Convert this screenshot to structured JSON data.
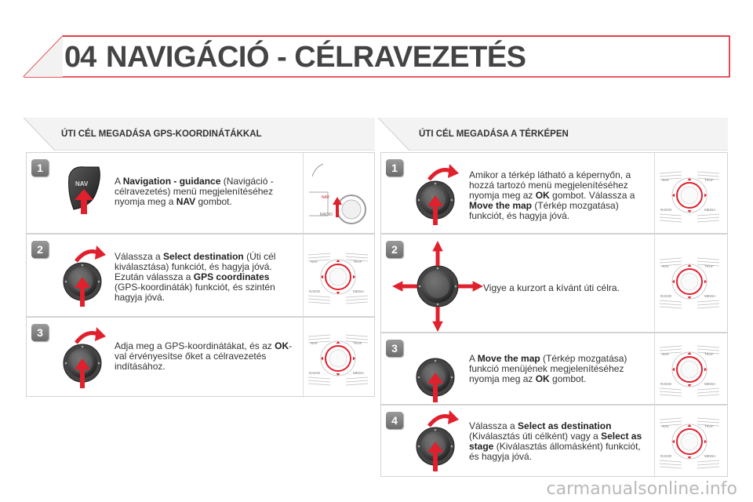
{
  "header": {
    "chapter": "04",
    "title": "NAVIGÁCIÓ - CÉLRAVEZETÉS",
    "accent_color": "#e0202c"
  },
  "left": {
    "section_title": "ÚTI CÉL MEGADÁSA GPS-KOORDINÁTÁKKAL",
    "steps": [
      {
        "number": "1",
        "icon": "nav-button-icon",
        "parts": [
          {
            "t": "A "
          },
          {
            "t": "Navigation - guidance",
            "b": true
          },
          {
            "t": " (Navigáció - célravezetés) menü megjelenítéséhez nyomja meg a "
          },
          {
            "t": "NAV",
            "b": true
          },
          {
            "t": " gombot."
          }
        ],
        "nav_label": "NAV",
        "thumb_label": "NAV",
        "thumb_labels": [
          "NAV",
          "RADIO"
        ]
      },
      {
        "number": "2",
        "icon": "rotary-knob-rotate-press-icon",
        "parts": [
          {
            "t": "Válassza a "
          },
          {
            "t": "Select destination",
            "b": true
          },
          {
            "t": " (Úti cél kiválasztása) funkciót, és hagyja jóvá. Ezután válassza a "
          },
          {
            "t": "GPS coordinates",
            "b": true
          },
          {
            "t": " (GPS-koordináták) funkciót, és szintén hagyja jóvá."
          }
        ]
      },
      {
        "number": "3",
        "icon": "rotary-knob-rotate-press-icon",
        "parts": [
          {
            "t": "Adja meg a GPS-koordinátákat, és az "
          },
          {
            "t": "OK",
            "b": true
          },
          {
            "t": "-val érvényesítse őket a célravezetés indításához."
          }
        ]
      }
    ]
  },
  "right": {
    "section_title": "ÚTI CÉL MEGADÁSA A TÉRKÉPEN",
    "steps": [
      {
        "number": "1",
        "icon": "rotary-knob-rotate-press-icon",
        "parts": [
          {
            "t": "Amikor a térkép látható a képernyőn, a hozzá tartozó menü megjelenítéséhez nyomja meg az "
          },
          {
            "t": "OK",
            "b": true
          },
          {
            "t": " gombot. Válassza a "
          },
          {
            "t": "Move the map",
            "b": true
          },
          {
            "t": " (Térkép mozgatása) funkciót, és hagyja jóvá."
          }
        ]
      },
      {
        "number": "2",
        "icon": "joystick-four-direction-icon",
        "parts": [
          {
            "t": "Vigye a kurzort a kívánt úti célra."
          }
        ]
      },
      {
        "number": "3",
        "icon": "rotary-knob-press-icon",
        "parts": [
          {
            "t": "A "
          },
          {
            "t": "Move the map",
            "b": true
          },
          {
            "t": " (Térkép mozgatása) funkció menüjének megjelenítéséhez nyomja meg az "
          },
          {
            "t": "OK",
            "b": true
          },
          {
            "t": " gombot."
          }
        ]
      },
      {
        "number": "4",
        "icon": "rotary-knob-rotate-press-icon",
        "parts": [
          {
            "t": "Válassza a "
          },
          {
            "t": "Select as destination",
            "b": true
          },
          {
            "t": " (Kiválasztás úti célként) vagy a "
          },
          {
            "t": "Select as stage",
            "b": true
          },
          {
            "t": " (Kiválasztás állomásként) funkciót, és hagyja jóvá."
          }
        ]
      }
    ]
  },
  "control_panel_labels": [
    "NAV",
    "TRAF",
    "RADIO",
    "MEDIA"
  ],
  "watermark": "carmanualsonline.info"
}
